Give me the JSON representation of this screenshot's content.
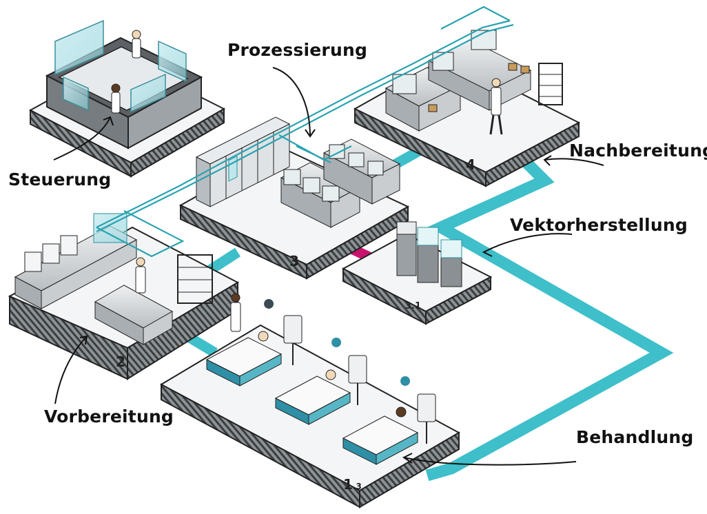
{
  "labels": {
    "steuerung": "Steuerung",
    "prozessierung": "Prozessierung",
    "nachbereitung": "Nachbereitung",
    "vektorherstellung": "Vektorherstellung",
    "vorbereitung": "Vorbereitung",
    "behandlung": "Behandlung"
  },
  "stations": {
    "s2": "2",
    "s3": "3",
    "s4": "4",
    "s31": "3.1",
    "s13_main": "1",
    "s13_sub": ".3"
  },
  "colors": {
    "teal": "#3ebfca",
    "pipe": "#2aa3b0",
    "magenta": "#c8126e",
    "platform_top": "#f4f5f6",
    "platform_side": "#bfc3c6",
    "hatch": "#555a5e",
    "machine": "#d9dde0",
    "bed_blue": "#2f8fa6"
  }
}
